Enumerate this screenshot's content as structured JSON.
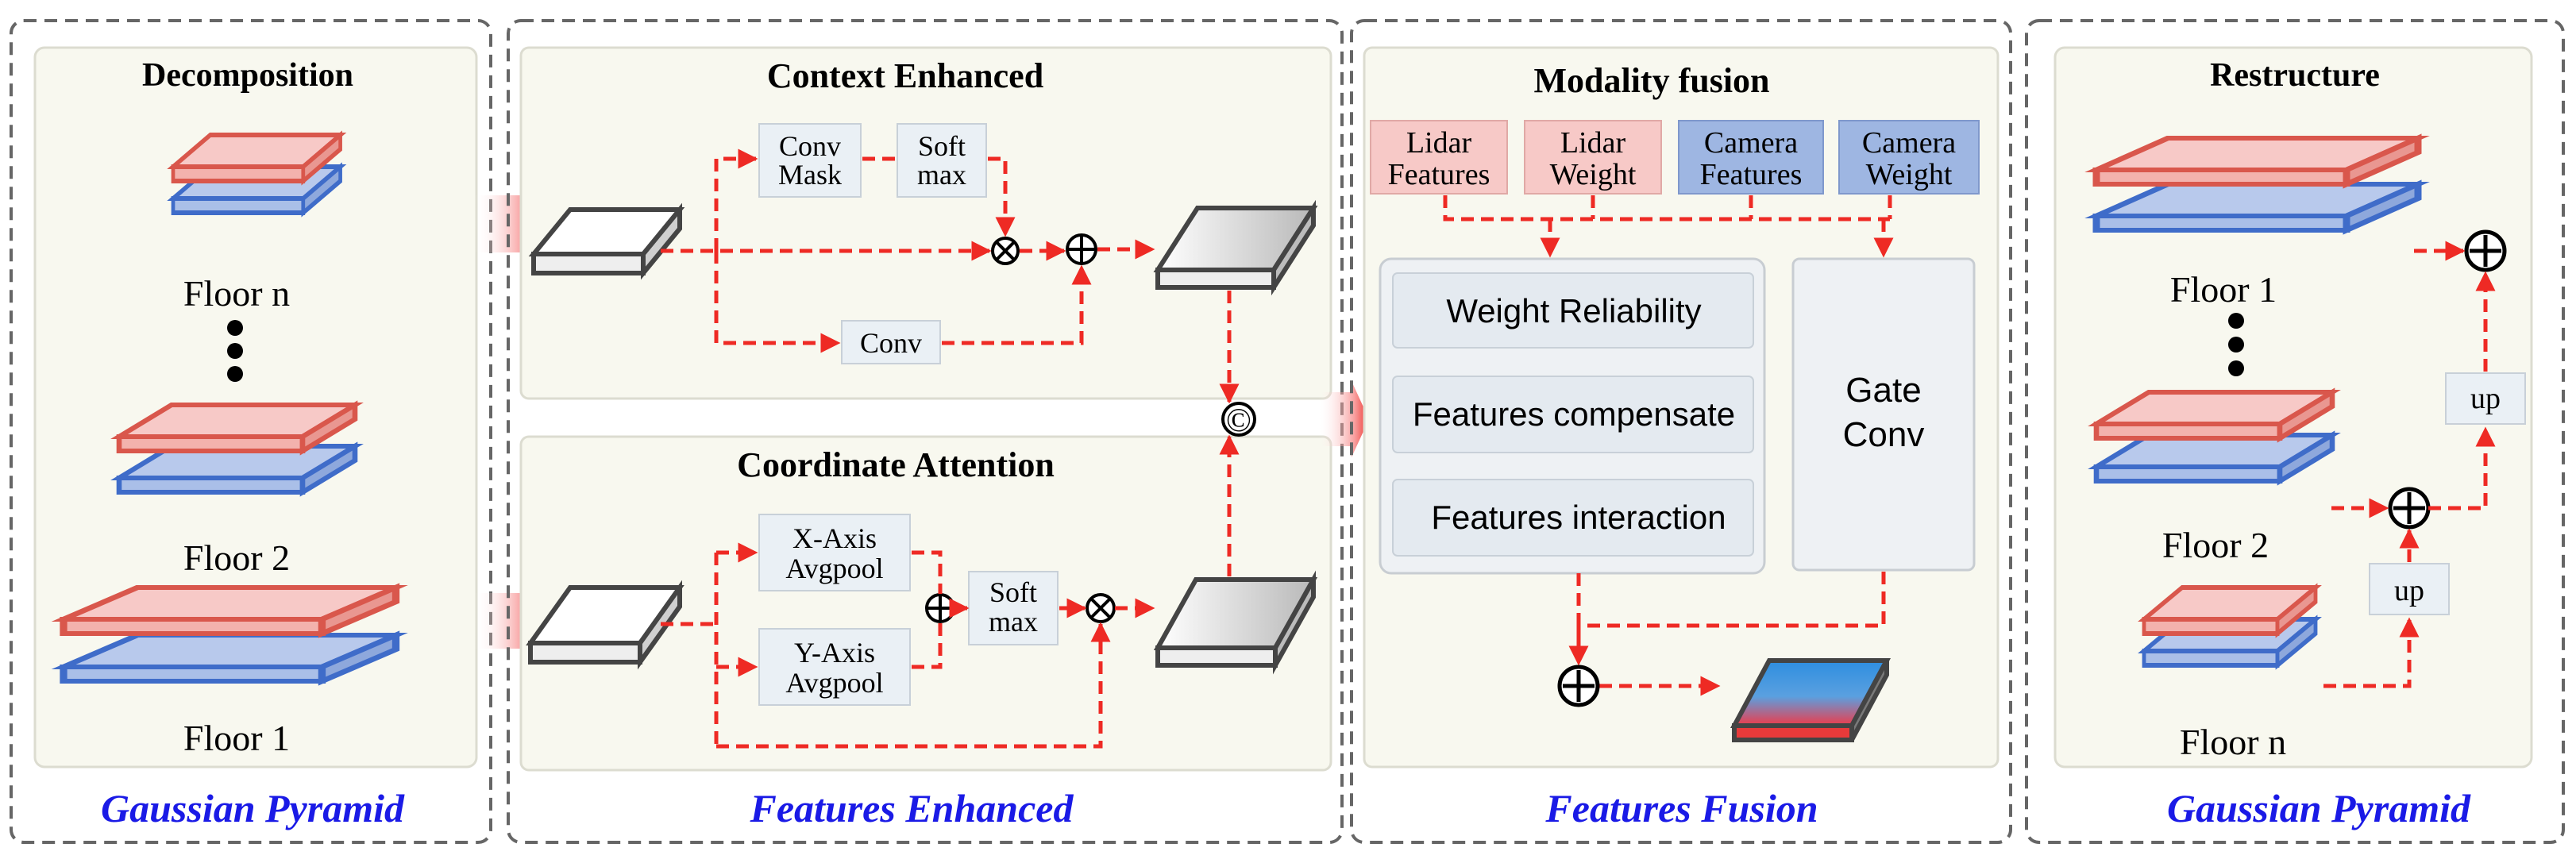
{
  "panels": {
    "decomposition": {
      "title": "Decomposition",
      "floors": [
        "Floor n",
        "Floor 2",
        "Floor 1"
      ],
      "caption": "Gaussian Pyramid"
    },
    "features_enhanced": {
      "context_title": "Context Enhanced",
      "conv_mask": [
        "Conv",
        "Mask"
      ],
      "softmax_top": [
        "Soft",
        "max"
      ],
      "conv": "Conv",
      "coord_title": "Coordinate Attention",
      "x_pool": [
        "X-Axis",
        "Avgpool"
      ],
      "y_pool": [
        "Y-Axis",
        "Avgpool"
      ],
      "softmax_bottom": [
        "Soft",
        "max"
      ],
      "concat_symbol": "©",
      "caption": "Features Enhanced"
    },
    "features_fusion": {
      "title": "Modality fusion",
      "inputs": [
        [
          "Lidar",
          "Features"
        ],
        [
          "Lidar",
          "Weight"
        ],
        [
          "Camera",
          "Features"
        ],
        [
          "Camera",
          "Weight"
        ]
      ],
      "modules": [
        "Weight Reliability",
        "Features compensate",
        "Features interaction"
      ],
      "gate": [
        "Gate",
        "Conv"
      ],
      "caption": "Features Fusion"
    },
    "restructure": {
      "title": "Restructure",
      "floors": [
        "Floor 1",
        "Floor 2",
        "Floor n"
      ],
      "up_labels": [
        "up",
        "up"
      ],
      "caption": "Gaussian Pyramid"
    }
  },
  "colors": {
    "arrow": "#ee2a24",
    "caption": "#1a1ae6",
    "lidar": "#f7c9c7",
    "camera": "#9eb6e2",
    "box": "#eaf0f5",
    "panel_bg": "#f8f8ef"
  }
}
